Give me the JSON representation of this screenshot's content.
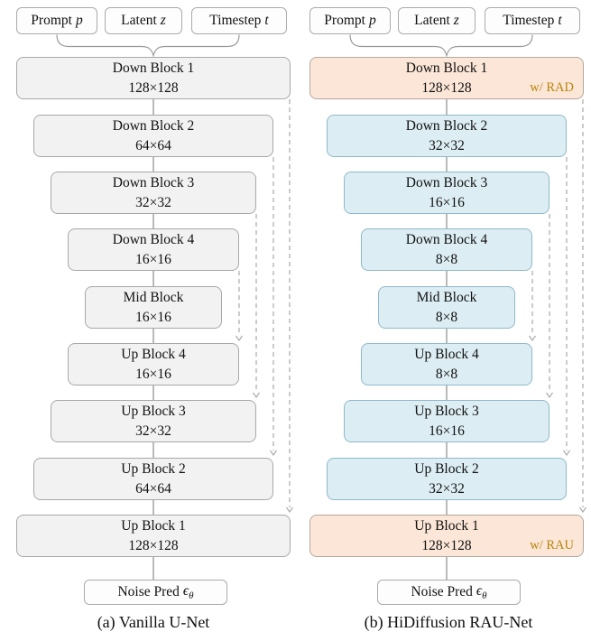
{
  "figure": {
    "colors": {
      "background": "#ffffff",
      "block_gray_fill": "#f2f2f2",
      "block_gray_border": "#a8a8a8",
      "block_blue_fill": "#dcedf3",
      "block_blue_border": "#8fb9c9",
      "block_accent_fill": "#fbe6d7",
      "block_accent_border": "#b3a89e",
      "tag_gold": "#b8860b",
      "wire_solid": "#8c8c8c",
      "wire_dashed": "#a9a9a9",
      "text": "#111111"
    },
    "diagrams": [
      {
        "caption": "(a) Vanilla U-Net",
        "inputs": [
          {
            "label": "Prompt",
            "symbol": "p"
          },
          {
            "label": "Latent",
            "symbol": "z"
          },
          {
            "label": "Timestep",
            "symbol": "t"
          }
        ],
        "blocks": [
          {
            "name": "Down Block 1",
            "size": "128×128",
            "tag": ""
          },
          {
            "name": "Down Block 2",
            "size": "64×64",
            "tag": ""
          },
          {
            "name": "Down Block 3",
            "size": "32×32",
            "tag": ""
          },
          {
            "name": "Down Block 4",
            "size": "16×16",
            "tag": ""
          },
          {
            "name": "Mid Block",
            "size": "16×16",
            "tag": ""
          },
          {
            "name": "Up Block 4",
            "size": "16×16",
            "tag": ""
          },
          {
            "name": "Up Block 3",
            "size": "32×32",
            "tag": ""
          },
          {
            "name": "Up Block 2",
            "size": "64×64",
            "tag": ""
          },
          {
            "name": "Up Block 1",
            "size": "128×128",
            "tag": ""
          }
        ],
        "output": {
          "label": "Noise Pred",
          "symbol": "ϵ",
          "subscript": "θ"
        }
      },
      {
        "caption": "(b) HiDiffusion RAU-Net",
        "inputs": [
          {
            "label": "Prompt",
            "symbol": "p"
          },
          {
            "label": "Latent",
            "symbol": "z"
          },
          {
            "label": "Timestep",
            "symbol": "t"
          }
        ],
        "blocks": [
          {
            "name": "Down Block 1",
            "size": "128×128",
            "tag": "w/ RAD"
          },
          {
            "name": "Down Block 2",
            "size": "32×32",
            "tag": ""
          },
          {
            "name": "Down Block 3",
            "size": "16×16",
            "tag": ""
          },
          {
            "name": "Down Block 4",
            "size": "8×8",
            "tag": ""
          },
          {
            "name": "Mid Block",
            "size": "8×8",
            "tag": ""
          },
          {
            "name": "Up Block 4",
            "size": "8×8",
            "tag": ""
          },
          {
            "name": "Up Block 3",
            "size": "16×16",
            "tag": ""
          },
          {
            "name": "Up Block 2",
            "size": "32×32",
            "tag": ""
          },
          {
            "name": "Up Block 1",
            "size": "128×128",
            "tag": "w/ RAU"
          }
        ],
        "output": {
          "label": "Noise Pred",
          "symbol": "ϵ",
          "subscript": "θ"
        }
      }
    ]
  }
}
